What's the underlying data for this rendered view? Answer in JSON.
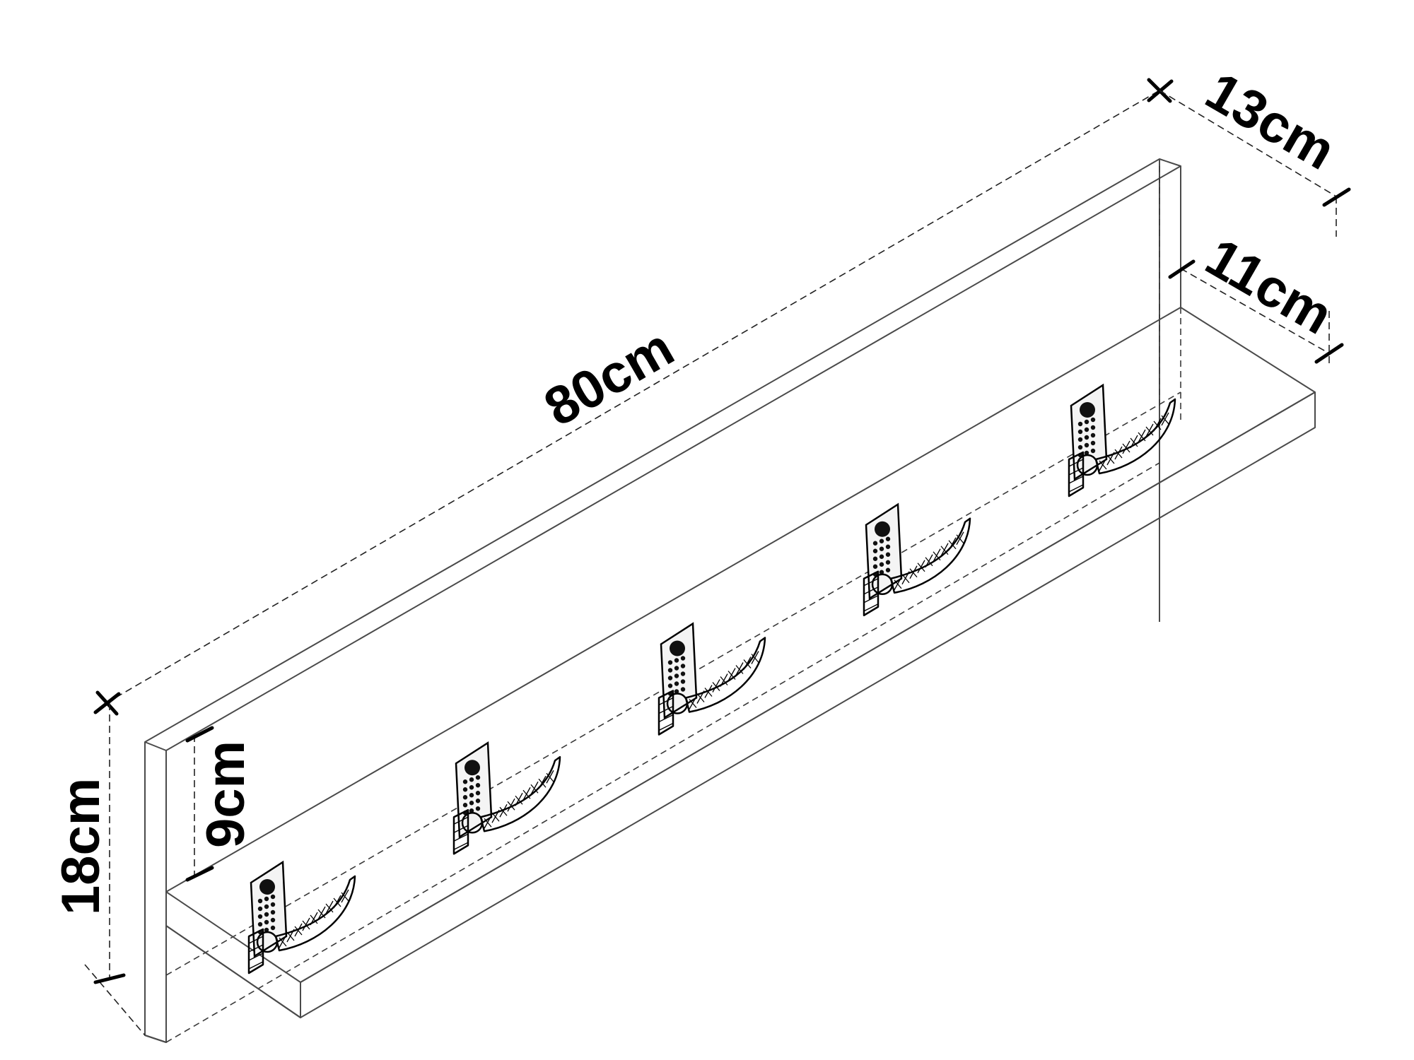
{
  "dimensions": {
    "length": "80cm",
    "depth_top": "13cm",
    "depth_shelf": "11cm",
    "height": "18cm",
    "hook_height": "9cm"
  },
  "colors": {
    "line": "#4a4a4a",
    "ink": "#000000",
    "background": "#ffffff"
  },
  "hooks": [
    {
      "name": "hook-1"
    },
    {
      "name": "hook-2"
    },
    {
      "name": "hook-3"
    },
    {
      "name": "hook-4"
    },
    {
      "name": "hook-5"
    }
  ]
}
